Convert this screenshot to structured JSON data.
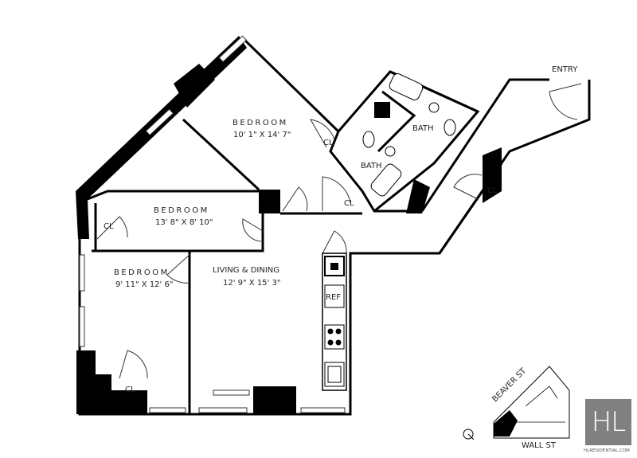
{
  "entry": "ENTRY",
  "rooms": {
    "bedroom_top": {
      "name": "BEDROOM",
      "size": "10' 1\" X 14' 7\""
    },
    "bedroom_mid": {
      "name": "BEDROOM",
      "size": "13' 8\" X 8' 10\""
    },
    "bedroom_low": {
      "name": "BEDROOM",
      "size": "9' 11\" X 12' 6\""
    },
    "living": {
      "name": "LIVING & DINING",
      "size": "12' 9\" X 15' 3\""
    },
    "bath1": "BATH",
    "bath2": "BATH",
    "closet": "CL",
    "ref": "REF"
  },
  "keyplan": {
    "street_top": "BEAVER ST",
    "street_bottom": "WALL ST"
  },
  "logo": {
    "mark": "HL",
    "website": "HLRESIDENTIAL.COM",
    "color": "#808080"
  }
}
